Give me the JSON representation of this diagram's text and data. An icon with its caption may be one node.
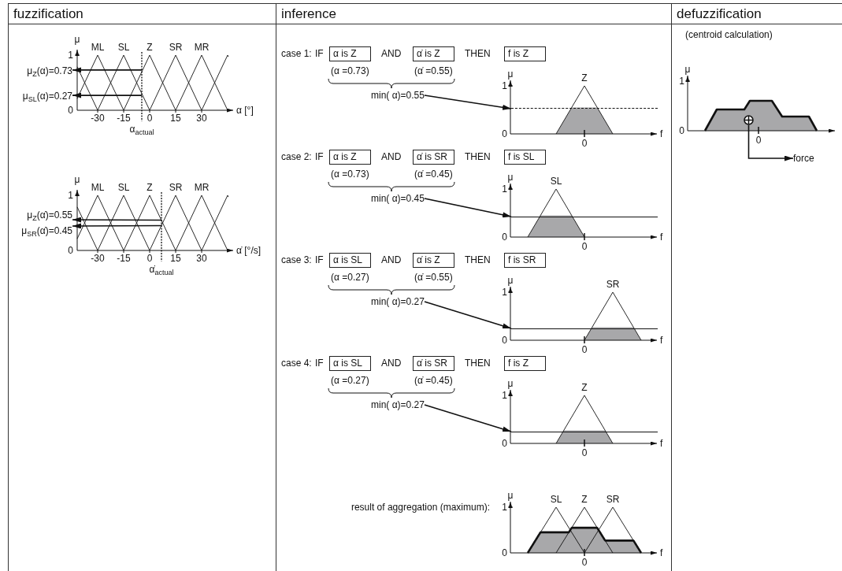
{
  "diagram": {
    "nodes": [
      {
        "text": [
          "fuzzification"
        ]
      },
      {
        "text": [
          "μ$_{Z}$(α)=0.73"
        ],
        "in": 0
      },
      {
        "text": [
          "μ$_{SL}$(α)=0.27"
        ],
        "in": 0
      },
      {
        "text": [
          "μ$_{Z}$(α̇)=0.55"
        ],
        "in": 0
      },
      {
        "text": [
          "μ$_{SR}$(α̇)=0.45"
        ],
        "in": 0
      },
      {
        "text": [
          "inference"
        ]
      },
      {
        "text": [
          "α is Z"
        ],
        "in": 5,
        "beside": [
          "(α =0.73)"
        ]
      },
      {
        "text": [
          "α̇ is Z"
        ],
        "in": 5,
        "beside": [
          "(α̇ =0.55)"
        ]
      },
      {
        "text": [
          "f is Z"
        ],
        "in": 5
      },
      {
        "text": [
          "min( α)=0.55"
        ],
        "in": 5
      },
      {
        "text": [
          "α is Z"
        ],
        "in": 5,
        "beside": [
          "(α =0.73)"
        ]
      },
      {
        "text": [
          "α̇ is SR"
        ],
        "in": 5,
        "beside": [
          "(α̇ =0.45)"
        ]
      },
      {
        "text": [
          "f is SL"
        ],
        "in": 5
      },
      {
        "text": [
          "min( α)=0.45"
        ],
        "in": 5
      },
      {
        "text": [
          "α is SL"
        ],
        "in": 5,
        "beside": [
          "(α =0.27)"
        ]
      },
      {
        "text": [
          "α̇ is Z"
        ],
        "in": 5,
        "beside": [
          "(α̇ =0.55)"
        ]
      },
      {
        "text": [
          "f is SR"
        ],
        "in": 5
      },
      {
        "text": [
          "min( α)=0.27"
        ],
        "in": 5
      },
      {
        "text": [
          "α is SL"
        ],
        "in": 5,
        "beside": [
          "(α =0.27)"
        ]
      },
      {
        "text": [
          "α̇ is SR"
        ],
        "in": 5,
        "beside": [
          "(α̇ =0.45)"
        ]
      },
      {
        "text": [
          "f is Z"
        ],
        "in": 5
      },
      {
        "text": [
          "min( α)=0.27"
        ],
        "in": 5
      },
      {
        "text": [
          "defuzzification"
        ]
      },
      {
        "text": [],
        "shape": "circle",
        "in": 22
      },
      {
        "text": [
          "force"
        ],
        "in": 22
      },
      {
        "text": [],
        "shape": "line",
        "in": 5
      },
      {
        "text": [],
        "shape": "line",
        "in": 5
      },
      {
        "text": [],
        "shape": "line",
        "in": 5
      },
      {
        "text": [],
        "shape": "line",
        "in": 5
      }
    ],
    "edges": [
      {
        "from": null,
        "to": 1,
        "arrow": "to"
      },
      {
        "from": null,
        "to": 2,
        "arrow": "to"
      },
      {
        "from": null,
        "to": 3,
        "arrow": "to"
      },
      {
        "from": null,
        "to": 4,
        "arrow": "to"
      },
      {
        "from": 9,
        "to": 25,
        "arrow": "to"
      },
      {
        "from": 13,
        "to": 26,
        "arrow": "to"
      },
      {
        "from": 17,
        "to": 27,
        "arrow": "to"
      },
      {
        "from": 21,
        "to": 28,
        "arrow": "to"
      },
      {
        "from": 23,
        "to": 24,
        "arrow": "to"
      }
    ],
    "labels": [
      "μ",
      "ML",
      "SL",
      "Z",
      "SR",
      "MR",
      "1",
      "0",
      "α [°]",
      "-30",
      "-15",
      "0",
      "15",
      "30",
      "α$_{actual}$",
      "μ",
      "ML",
      "SL",
      "Z",
      "SR",
      "MR",
      "1",
      "0",
      "α̇ [°/s]",
      "-30",
      "-15",
      "0",
      "15",
      "30",
      "α̇$_{actual}$",
      "case 1:",
      "IF",
      "AND",
      "THEN",
      "μ",
      "Z",
      "1",
      "0",
      "f",
      "0",
      "case 2:",
      "IF",
      "AND",
      "THEN",
      "μ",
      "SL",
      "1",
      "0",
      "f",
      "0",
      "case 3:",
      "IF",
      "AND",
      "THEN",
      "μ",
      "SR",
      "1",
      "0",
      "f",
      "0",
      "case 4:",
      "IF",
      "AND",
      "THEN",
      "μ",
      "Z",
      "1",
      "0",
      "f",
      "0",
      "result of aggregation (maximum):",
      "μ",
      "SL",
      "Z",
      "SR",
      "1",
      "0",
      "f",
      "0",
      "(centroid calculation)",
      "μ",
      "1",
      "0",
      "0"
    ]
  }
}
